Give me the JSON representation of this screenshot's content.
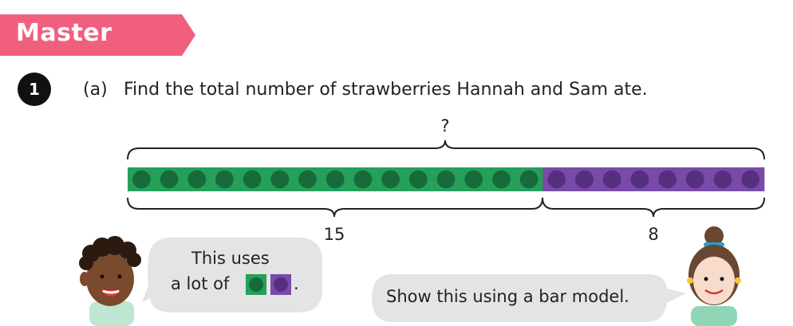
{
  "banner": {
    "label": "Master",
    "color": "#f0607e"
  },
  "question": {
    "number": "1",
    "part": "(a)",
    "text": "Find the total number of strawberries Hannah and Sam ate."
  },
  "bar_model": {
    "total_label": "?",
    "green": {
      "count": 15,
      "label": "15",
      "color": "#25a05a",
      "dot_color": "#176b3a"
    },
    "purple": {
      "count": 8,
      "label": "8",
      "color": "#7a4aa8",
      "dot_color": "#55307f"
    }
  },
  "left_bubble": {
    "line1": "This uses",
    "line2": "a lot of",
    "line3": "."
  },
  "right_bubble": {
    "text": "Show this using a bar model."
  }
}
